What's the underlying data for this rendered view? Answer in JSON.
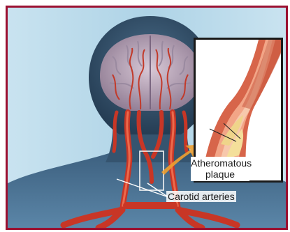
{
  "labels": {
    "plaque_line1": "Atheromatous",
    "plaque_line2": "plaque",
    "carotid": "Carotid arteries"
  },
  "colors": {
    "frame": "#9b1030",
    "background": "#bfdcea",
    "skin_dark": "#2f4a62",
    "artery": "#d9442a",
    "brain": "#b9a7be",
    "callout_arrow": "#f0a030"
  }
}
